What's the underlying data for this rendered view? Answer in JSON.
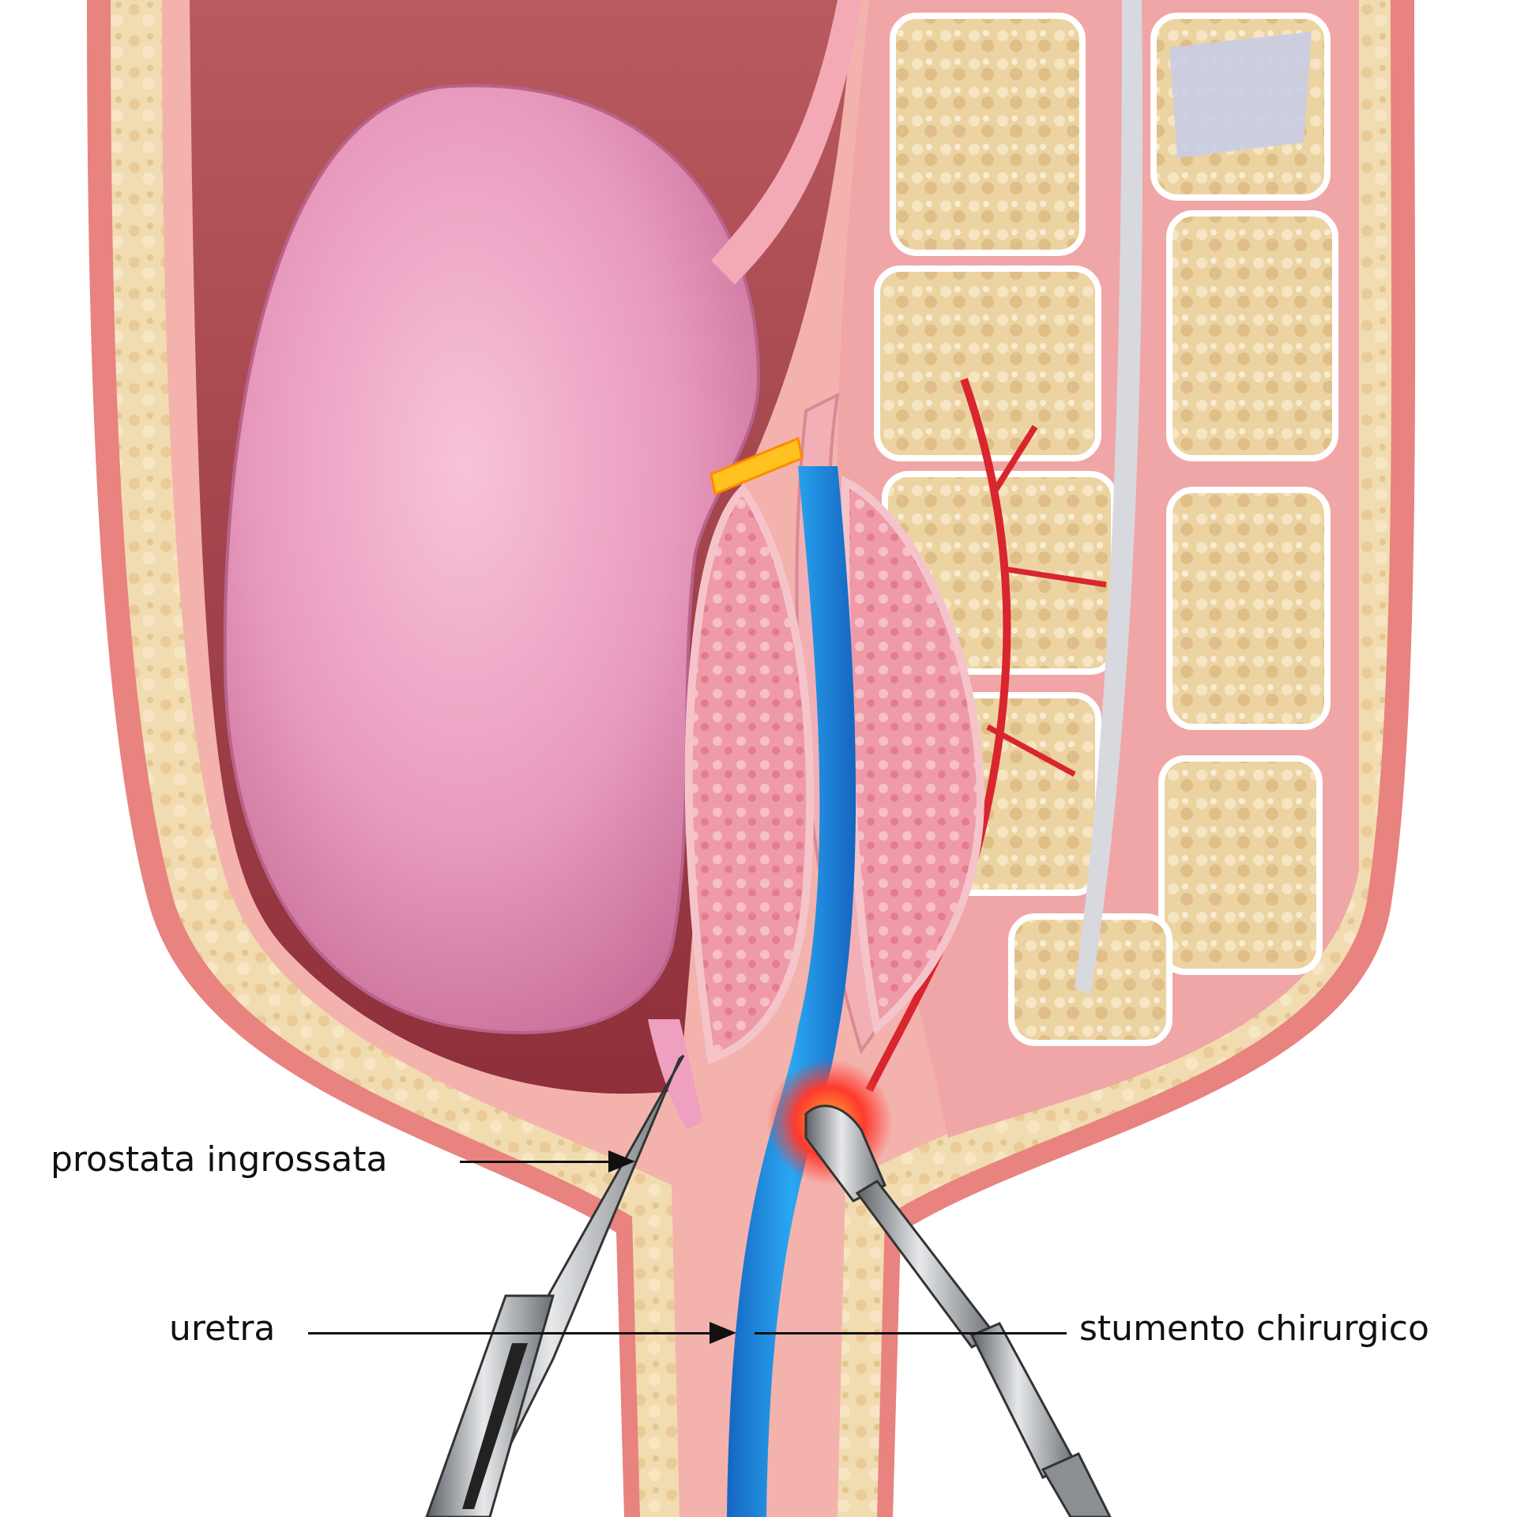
{
  "figure": {
    "type": "anatomical-illustration",
    "subject": "sagittal section of lower pelvis with enlarged prostate and surgical instruments",
    "colors": {
      "background": "#ffffff",
      "skin_outline": "#e8837f",
      "fat_layer": "#f1dbb0",
      "bladder": "#ec9fc0",
      "bladder_cavity": "#a8464c",
      "prostate": "#ef9aa8",
      "urethra": "#1f8fe0",
      "bone": "#e9cd97",
      "vessel": "#d9252e",
      "instrument": "#9a9ea3",
      "heat_glow": "#ff3a2e",
      "label_text": "#111111"
    }
  },
  "labels": [
    {
      "id": "enlarged-prostate",
      "text": "prostata ingrossata"
    },
    {
      "id": "urethra",
      "text": "uretra"
    },
    {
      "id": "surgical-instrument",
      "text": "stumento chirurgico"
    }
  ]
}
